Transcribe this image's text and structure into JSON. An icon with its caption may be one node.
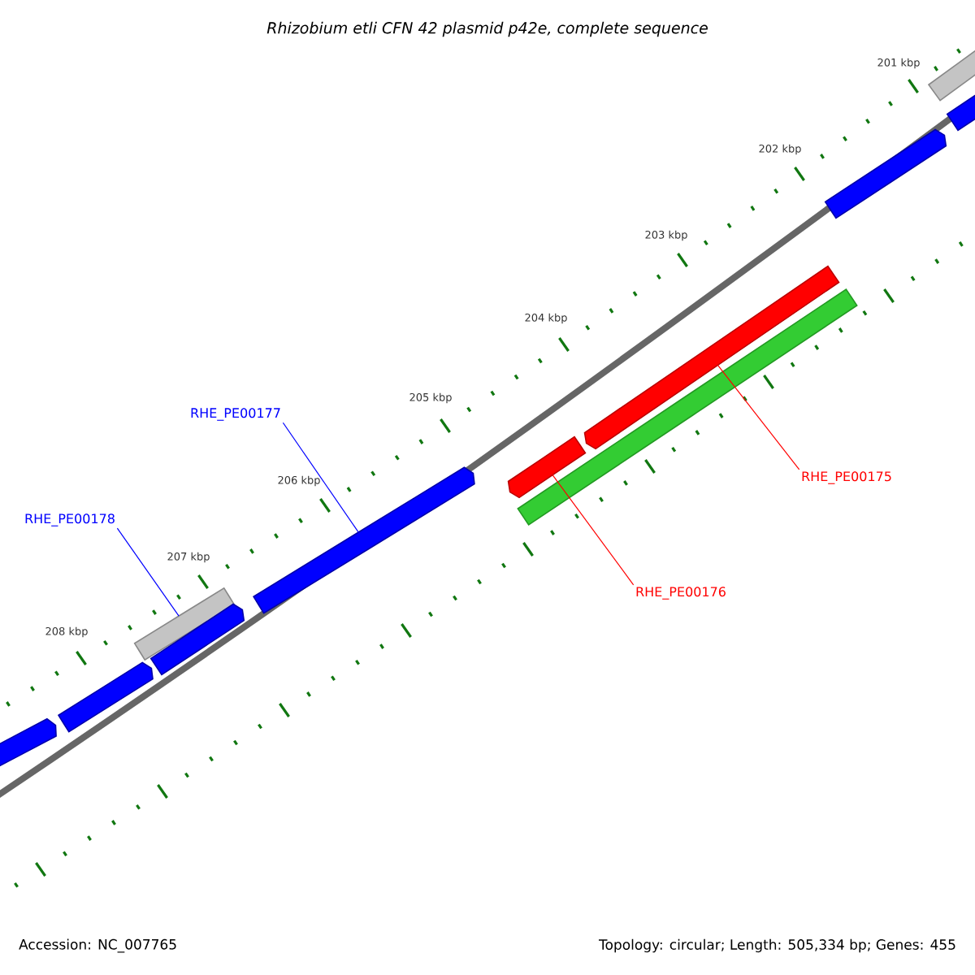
{
  "diagram": {
    "title": "Rhizobium etli CFN 42 plasmid p42e, complete sequence",
    "nodes": [
      {
        "text": [
          "RHE_PE00177"
        ]
      },
      {
        "text": [
          "RHE_PE00178"
        ]
      },
      {
        "text": [
          "RHE_PE00175"
        ]
      },
      {
        "text": [
          "RHE_PE00176"
        ]
      },
      {
        "text": [],
        "shape": "bar"
      },
      {
        "text": [],
        "shape": "bar"
      },
      {
        "text": [],
        "shape": "bar"
      },
      {
        "text": [],
        "shape": "bar"
      },
      {
        "text": [],
        "shape": "bar"
      },
      {
        "text": [],
        "shape": "bar"
      },
      {
        "text": [],
        "shape": "bar"
      },
      {
        "text": [],
        "shape": "bar"
      },
      {
        "text": [],
        "shape": "bar"
      },
      {
        "text": [],
        "shape": "bar"
      },
      {
        "text": [],
        "shape": "bar"
      }
    ],
    "edges": [
      {
        "from": 0,
        "to": 8,
        "arrow": "none",
        "color": "#0000ff"
      },
      {
        "from": 1,
        "to": 6,
        "arrow": "none",
        "color": "#0000ff"
      },
      {
        "from": 2,
        "to": 11,
        "arrow": "none",
        "color": "#ff0000"
      },
      {
        "from": 3,
        "to": 9,
        "arrow": "none",
        "color": "#ff0000"
      }
    ],
    "labels": [
      "201 kbp",
      "202 kbp",
      "203 kbp",
      "204 kbp",
      "205 kbp",
      "206 kbp",
      "207 kbp",
      "208 kbp",
      "Accession: NC_007765",
      "Topology: circular; Length: 505,334 bp; Genes: 455"
    ]
  }
}
